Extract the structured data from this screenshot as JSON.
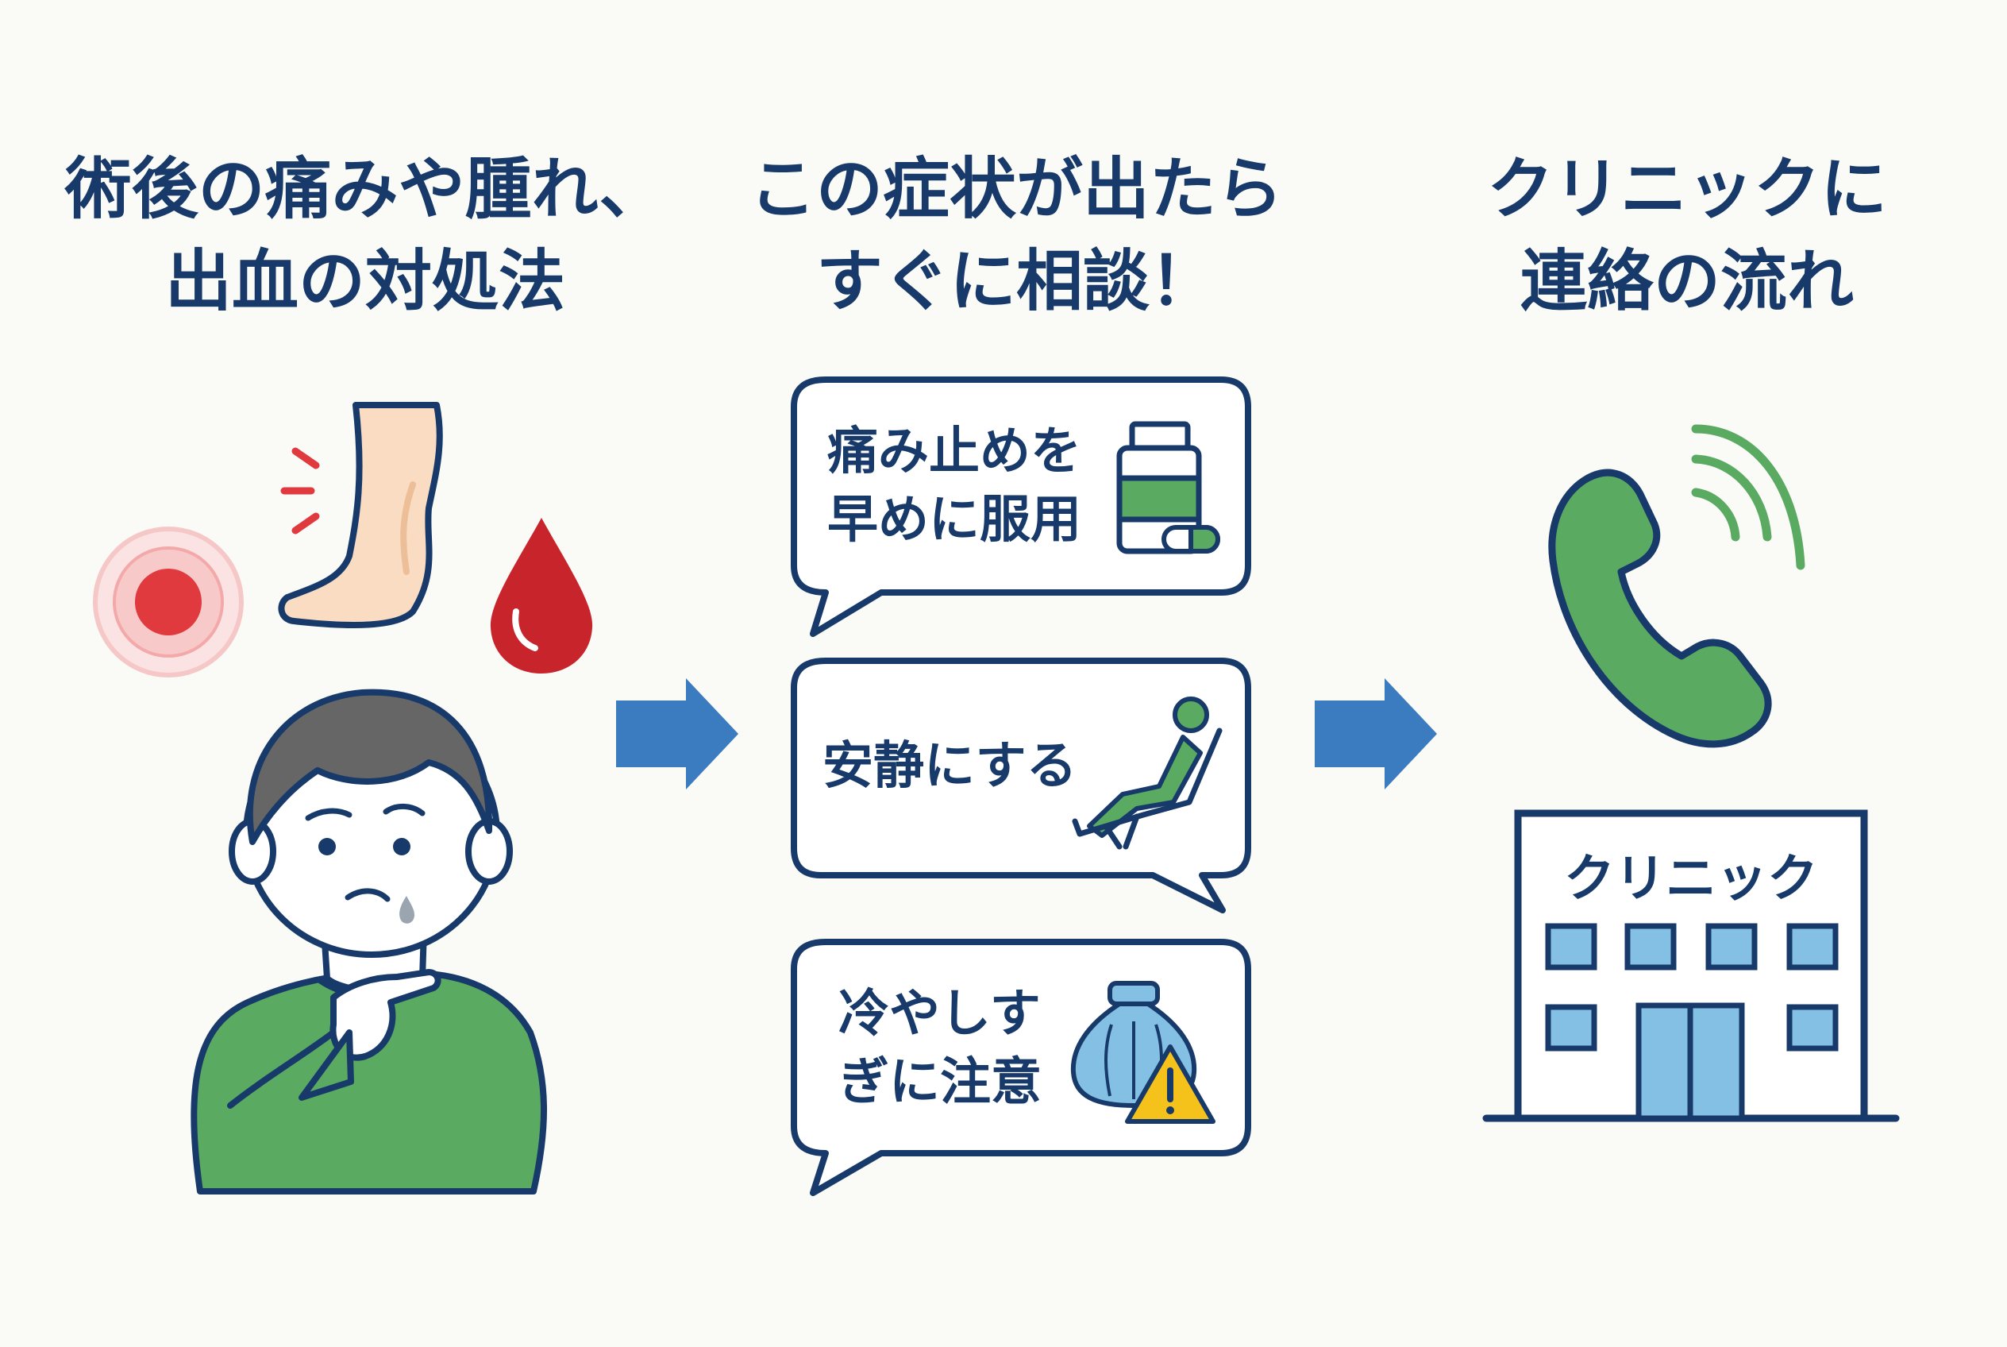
{
  "columns": [
    {
      "title_line1": "術後の痛みや腫れ、",
      "title_line2": "出血の対処法"
    },
    {
      "title_line1": "この症状が出たら",
      "title_line2": "すぐに相談！"
    },
    {
      "title_line1": "クリニックに",
      "title_line2": "連絡の流れ"
    }
  ],
  "tips": [
    {
      "line1": "痛み止めを",
      "line2": "早めに服用",
      "icon": "medicine-bottle-icon"
    },
    {
      "line1": "安静にする",
      "icon": "reclining-chair-person-icon"
    },
    {
      "line1": "冷やしす",
      "line2": "ぎに注意",
      "icon": "ice-bag-warning-icon"
    }
  ],
  "clinic": {
    "sign": "クリニック"
  },
  "colors": {
    "navy": "#173a6a",
    "green": "#5aaa62",
    "red": "#e0393e",
    "blood": "#c8242b",
    "arrow": "#3b7bbf",
    "window": "#84c0e4",
    "skin": "#f9dcc1",
    "warning": "#f4c21a"
  }
}
